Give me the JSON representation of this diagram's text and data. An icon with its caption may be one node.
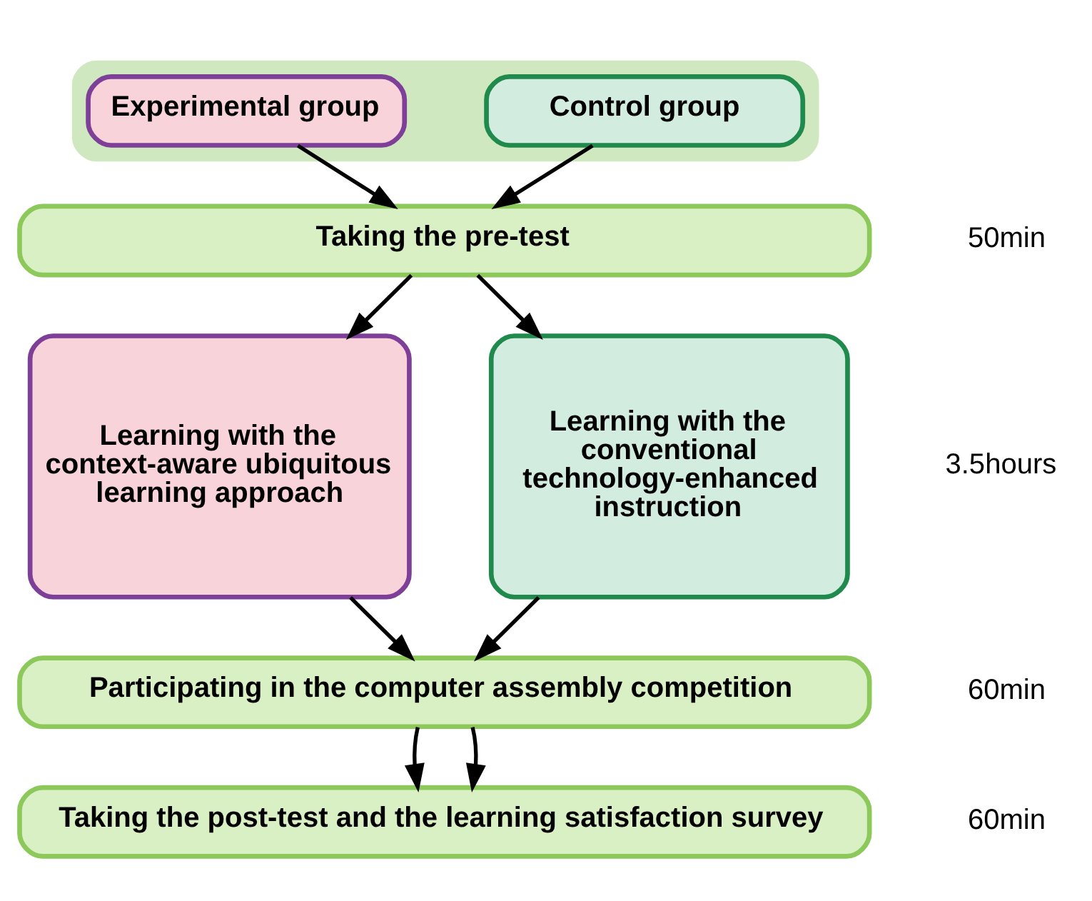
{
  "diagram": {
    "nodes": [
      {
        "text": [],
        "shape": "box"
      },
      {
        "text": [
          "Experimental group"
        ],
        "in": 0
      },
      {
        "text": [
          "Control group"
        ],
        "in": 0
      },
      {
        "text": [
          "Taking the pre-test"
        ],
        "beside": [
          "50min"
        ]
      },
      {
        "text": [
          "Learning with the context-aware ubiquitous learning approach"
        ]
      },
      {
        "text": [
          "Learning with the conventional technology-enhanced instruction"
        ],
        "beside": [
          "3.5hours"
        ]
      },
      {
        "text": [
          "Participating in the computer assembly competition"
        ],
        "beside": [
          "60min"
        ]
      },
      {
        "text": [
          "Taking the post-test and the learning satisfaction survey"
        ],
        "beside": [
          "60min"
        ]
      }
    ],
    "edges": [
      {
        "from": 1,
        "to": 3,
        "arrow": "to"
      },
      {
        "from": 2,
        "to": 3,
        "arrow": "to"
      },
      {
        "from": 3,
        "to": 4,
        "arrow": "to"
      },
      {
        "from": 3,
        "to": 5,
        "arrow": "to"
      },
      {
        "from": 4,
        "to": 6,
        "arrow": "to"
      },
      {
        "from": 5,
        "to": 6,
        "arrow": "to"
      },
      {
        "from": 6,
        "to": 7,
        "arrow": "to"
      },
      {
        "from": 6,
        "to": 7,
        "arrow": "to"
      }
    ]
  }
}
